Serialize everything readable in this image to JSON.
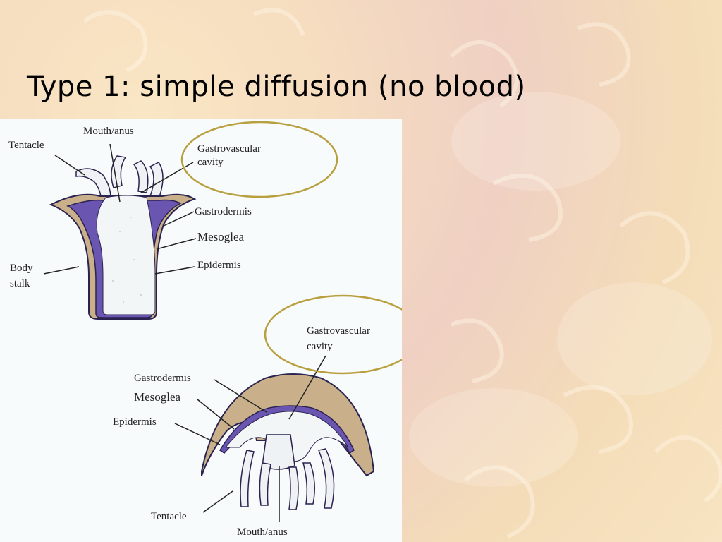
{
  "slide": {
    "title": "Type 1:  simple diffusion (no blood)"
  },
  "polyp": {
    "labels": {
      "mouth_anus": "Mouth/anus",
      "tentacle": "Tentacle",
      "gastrovascular_1": "Gastrovascular",
      "gastrovascular_2": "cavity",
      "gastrodermis": "Gastrodermis",
      "mesoglea": "Mesoglea",
      "epidermis": "Epidermis",
      "body_1": "Body",
      "body_2": "stalk"
    }
  },
  "medusa": {
    "labels": {
      "gastrovascular_1": "Gastrovascular",
      "gastrovascular_2": "cavity",
      "gastrodermis": "Gastrodermis",
      "mesoglea": "Mesoglea",
      "epidermis": "Epidermis",
      "tentacle": "Tentacle",
      "mouth_anus": "Mouth/anus"
    }
  },
  "colors": {
    "highlight_circle": "#b8a040",
    "epidermis": "#c9b08a",
    "gastrodermis": "#6a55b0",
    "cavity": "#f3f6f6",
    "outline": "#2a2350"
  }
}
